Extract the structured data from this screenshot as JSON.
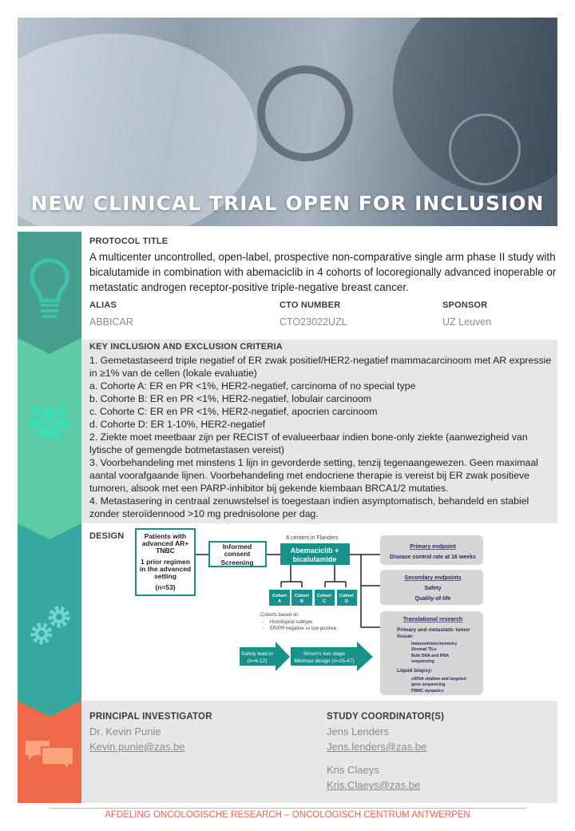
{
  "banner": {
    "title": "NEW CLINICAL TRIAL OPEN FOR INCLUSION"
  },
  "protocol": {
    "label": "PROTOCOL TITLE",
    "title": "A multicenter uncontrolled, open-label, prospective non-comparative single arm phase II study with bicalutamide in combination with abemaciclib in 4 cohorts of locoregionally advanced inoperable or metastatic androgen receptor-positive triple-negative breast cancer.",
    "alias_label": "ALIAS",
    "alias": "ABBICAR",
    "cto_label": "CTO NUMBER",
    "cto": "CTO23022UZL",
    "sponsor_label": "SPONSOR",
    "sponsor": "UZ Leuven"
  },
  "criteria": {
    "label": "KEY INCLUSION AND EXCLUSION CRITERIA",
    "lines": [
      "1. Gemetastaseerd triple negatief of ER zwak positief/HER2-negatief mammacarcinoom met AR expressie in ≥1% van de cellen (lokale evaluatie)",
      "a. Cohorte A: ER en PR <1%, HER2-negatief, carcinoma of no special type",
      "b. Cohorte B: ER en PR <1%, HER2-negatief, lobulair carcinoom",
      "c. Cohorte C: ER en PR <1%, HER2-negatief, apocrien carcinoom",
      "d. Cohorte D: ER 1-10%, HER2-negatief",
      "2. Ziekte moet meetbaar zijn per RECIST of evalueerbaar indien bone-only ziekte (aanwezigheid van lytische of gemengde botmetastasen vereist)",
      "3. Voorbehandeling met minstens 1 lijn in gevorderde setting, tenzij tegenaangewezen. Geen maximaal aantal voorafgaande lijnen. Voorbehandeling met endocriene therapie is vereist bij ER zwak positieve tumoren, alsook met een PARP-inhibitor bij gekende kiembaan BRCA1/2 mutaties.",
      "4. Metastasering in centraal zenuwstelsel is toegestaan indien asymptomatisch, behandeld en stabiel zonder steroïdennood >10 mg prednisolone per dag."
    ]
  },
  "design": {
    "label": "DESIGN",
    "patients": [
      "Patients with",
      "advanced AR+",
      "TNBC",
      "1 prior regimen",
      "in the advanced",
      "setting",
      "(n=53)"
    ],
    "consent": [
      "Informed",
      "consent",
      "Screening"
    ],
    "centers": "6 centers in Flanders",
    "treatment": [
      "Abemaciclib +",
      "bicalutamide"
    ],
    "cohorts": [
      [
        "Cohort",
        "A"
      ],
      [
        "Cohort",
        "B"
      ],
      [
        "Cohort",
        "C"
      ],
      [
        "Cohort",
        "D"
      ]
    ],
    "cohort_basis": [
      "Cohorts based on",
      "Histological subtype",
      "ER/PR negative vs low positive"
    ],
    "safety": [
      "Safety lead-in",
      "(n=6-12)"
    ],
    "simon": [
      "Simon's two stage",
      "Minimax design (n=25-47)"
    ],
    "primary": {
      "title": "Primary endpoint",
      "items": [
        "Disease control rate at 16 weeks"
      ]
    },
    "secondary": {
      "title": "Secondary endpoints",
      "items": [
        "Safety",
        "Quality-of-life"
      ]
    },
    "translational": {
      "title": "Translational research",
      "tissue": [
        "Primary and metastatic tumor",
        "tissue:"
      ],
      "tissue_items": [
        "Immunohistochemistry",
        "Stromal TILs",
        "Bulk DNA and RNA",
        "sequencing"
      ],
      "liquid": "Liquid biopsy:",
      "liquid_items": [
        "ctDNA shallow and targeted",
        "gene sequencing",
        "PBMC dynamics"
      ]
    }
  },
  "contacts": {
    "pi_label": "PRINCIPAL INVESTIGATOR",
    "pi_name": "Dr. Kevin Punie",
    "pi_email": "Kevin.punie@zas.be",
    "sc_label": "STUDY COORDINATOR(S)",
    "coordinators": [
      {
        "name": "Jens Lenders",
        "email": "Jens.lenders@zas.be"
      },
      {
        "name": "Kris Claeys",
        "email": "Kris.Claeys@zas.be"
      }
    ]
  },
  "footer": "AFDELING ONCOLOGISCHE RESEARCH – ONCOLOGISCH CENTRUM ANTWERPEN",
  "colors": {
    "teal_dark": "#479f8f",
    "mint": "#5ccba6",
    "teal": "#35a9a0",
    "orange": "#ee6a4a",
    "diagram": "#17918a"
  }
}
